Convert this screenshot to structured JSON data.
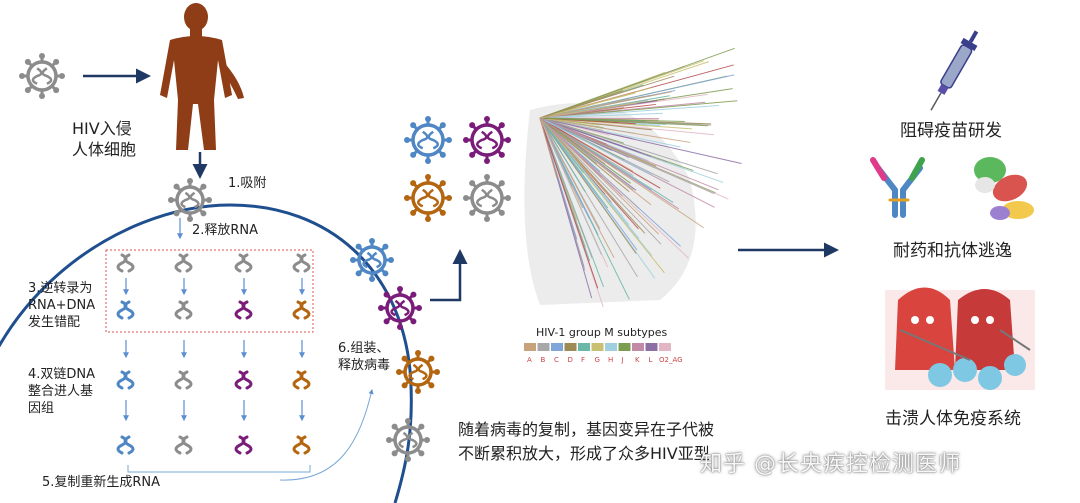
{
  "colors": {
    "virus_gray": "#8c8c8c",
    "virus_blue": "#4f87c4",
    "virus_purple": "#7a1d7a",
    "virus_orange": "#b4650f",
    "human_brown": "#8e3d16",
    "arrow_navy": "#1f3864",
    "cell_border": "#1f4f8f",
    "dotted_box": "#d9534f",
    "legend": [
      "#c9a17a",
      "#a8a8a8",
      "#7fa6d9",
      "#9e8a55",
      "#6ab7a8",
      "#c8c070",
      "#9fd0e0",
      "#7c9c50",
      "#c38aa8",
      "#8d6fa8",
      "#e2b6c2",
      "#b54a4a"
    ]
  },
  "labels": {
    "hiv_invade": "HIV入侵\n人体细胞",
    "step1": "1.吸附",
    "step2": "2.释放RNA",
    "step3": "3.逆转录为\nRNA+DNA\n发生错配",
    "step4": "4.双链DNA\n整合进人基\n因组",
    "step5": "5.复制重新生成RNA",
    "step6": "6.组装、\n释放病毒",
    "subtypes_caption": "随着病毒的复制，基因变异在子代被\n不断累积放大，形成了众多HIV亚型",
    "vaccine": "阻碍疫苗研发",
    "resistance": "耐药和抗体逃逸",
    "immune": "击溃人体免疫系统"
  },
  "tree": {
    "title": "HIV-1 group M subtypes",
    "legend_labels": [
      "A",
      "B",
      "C",
      "D",
      "F",
      "G",
      "H",
      "J",
      "K",
      "L",
      "O2_AG"
    ]
  },
  "watermark": "知乎 @长央疾控检测医师"
}
